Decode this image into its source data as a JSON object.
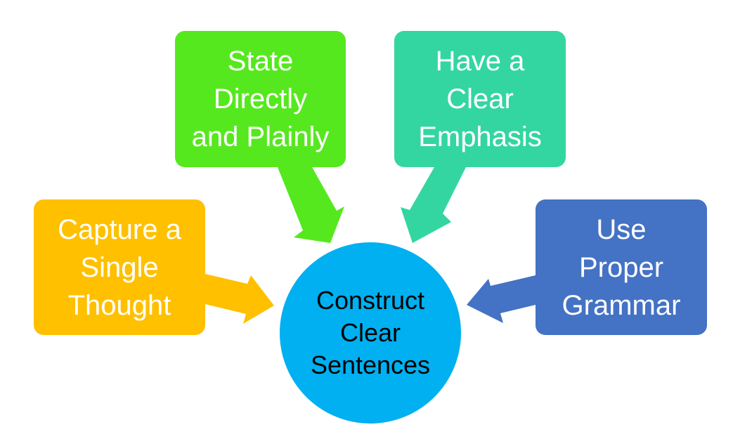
{
  "diagram": {
    "center": {
      "lines": [
        "Construct",
        "Clear",
        "Sentences"
      ],
      "color": "#00B0F0"
    },
    "nodes": [
      {
        "id": "capture",
        "lines": [
          "Capture a",
          "Single",
          "Thought"
        ],
        "color": "#FFC000"
      },
      {
        "id": "state",
        "lines": [
          "State",
          "Directly",
          "and Plainly"
        ],
        "color": "#56E81F"
      },
      {
        "id": "emphasis",
        "lines": [
          "Have a",
          "Clear",
          "Emphasis"
        ],
        "color": "#33D6A0"
      },
      {
        "id": "grammar",
        "lines": [
          "Use",
          "Proper",
          "Grammar"
        ],
        "color": "#4472C4"
      }
    ],
    "arrows": [
      {
        "from": "capture",
        "to": "center",
        "color": "#FFC000"
      },
      {
        "from": "state",
        "to": "center",
        "color": "#56E81F"
      },
      {
        "from": "emphasis",
        "to": "center",
        "color": "#33D6A0"
      },
      {
        "from": "grammar",
        "to": "center",
        "color": "#4472C4"
      }
    ]
  }
}
